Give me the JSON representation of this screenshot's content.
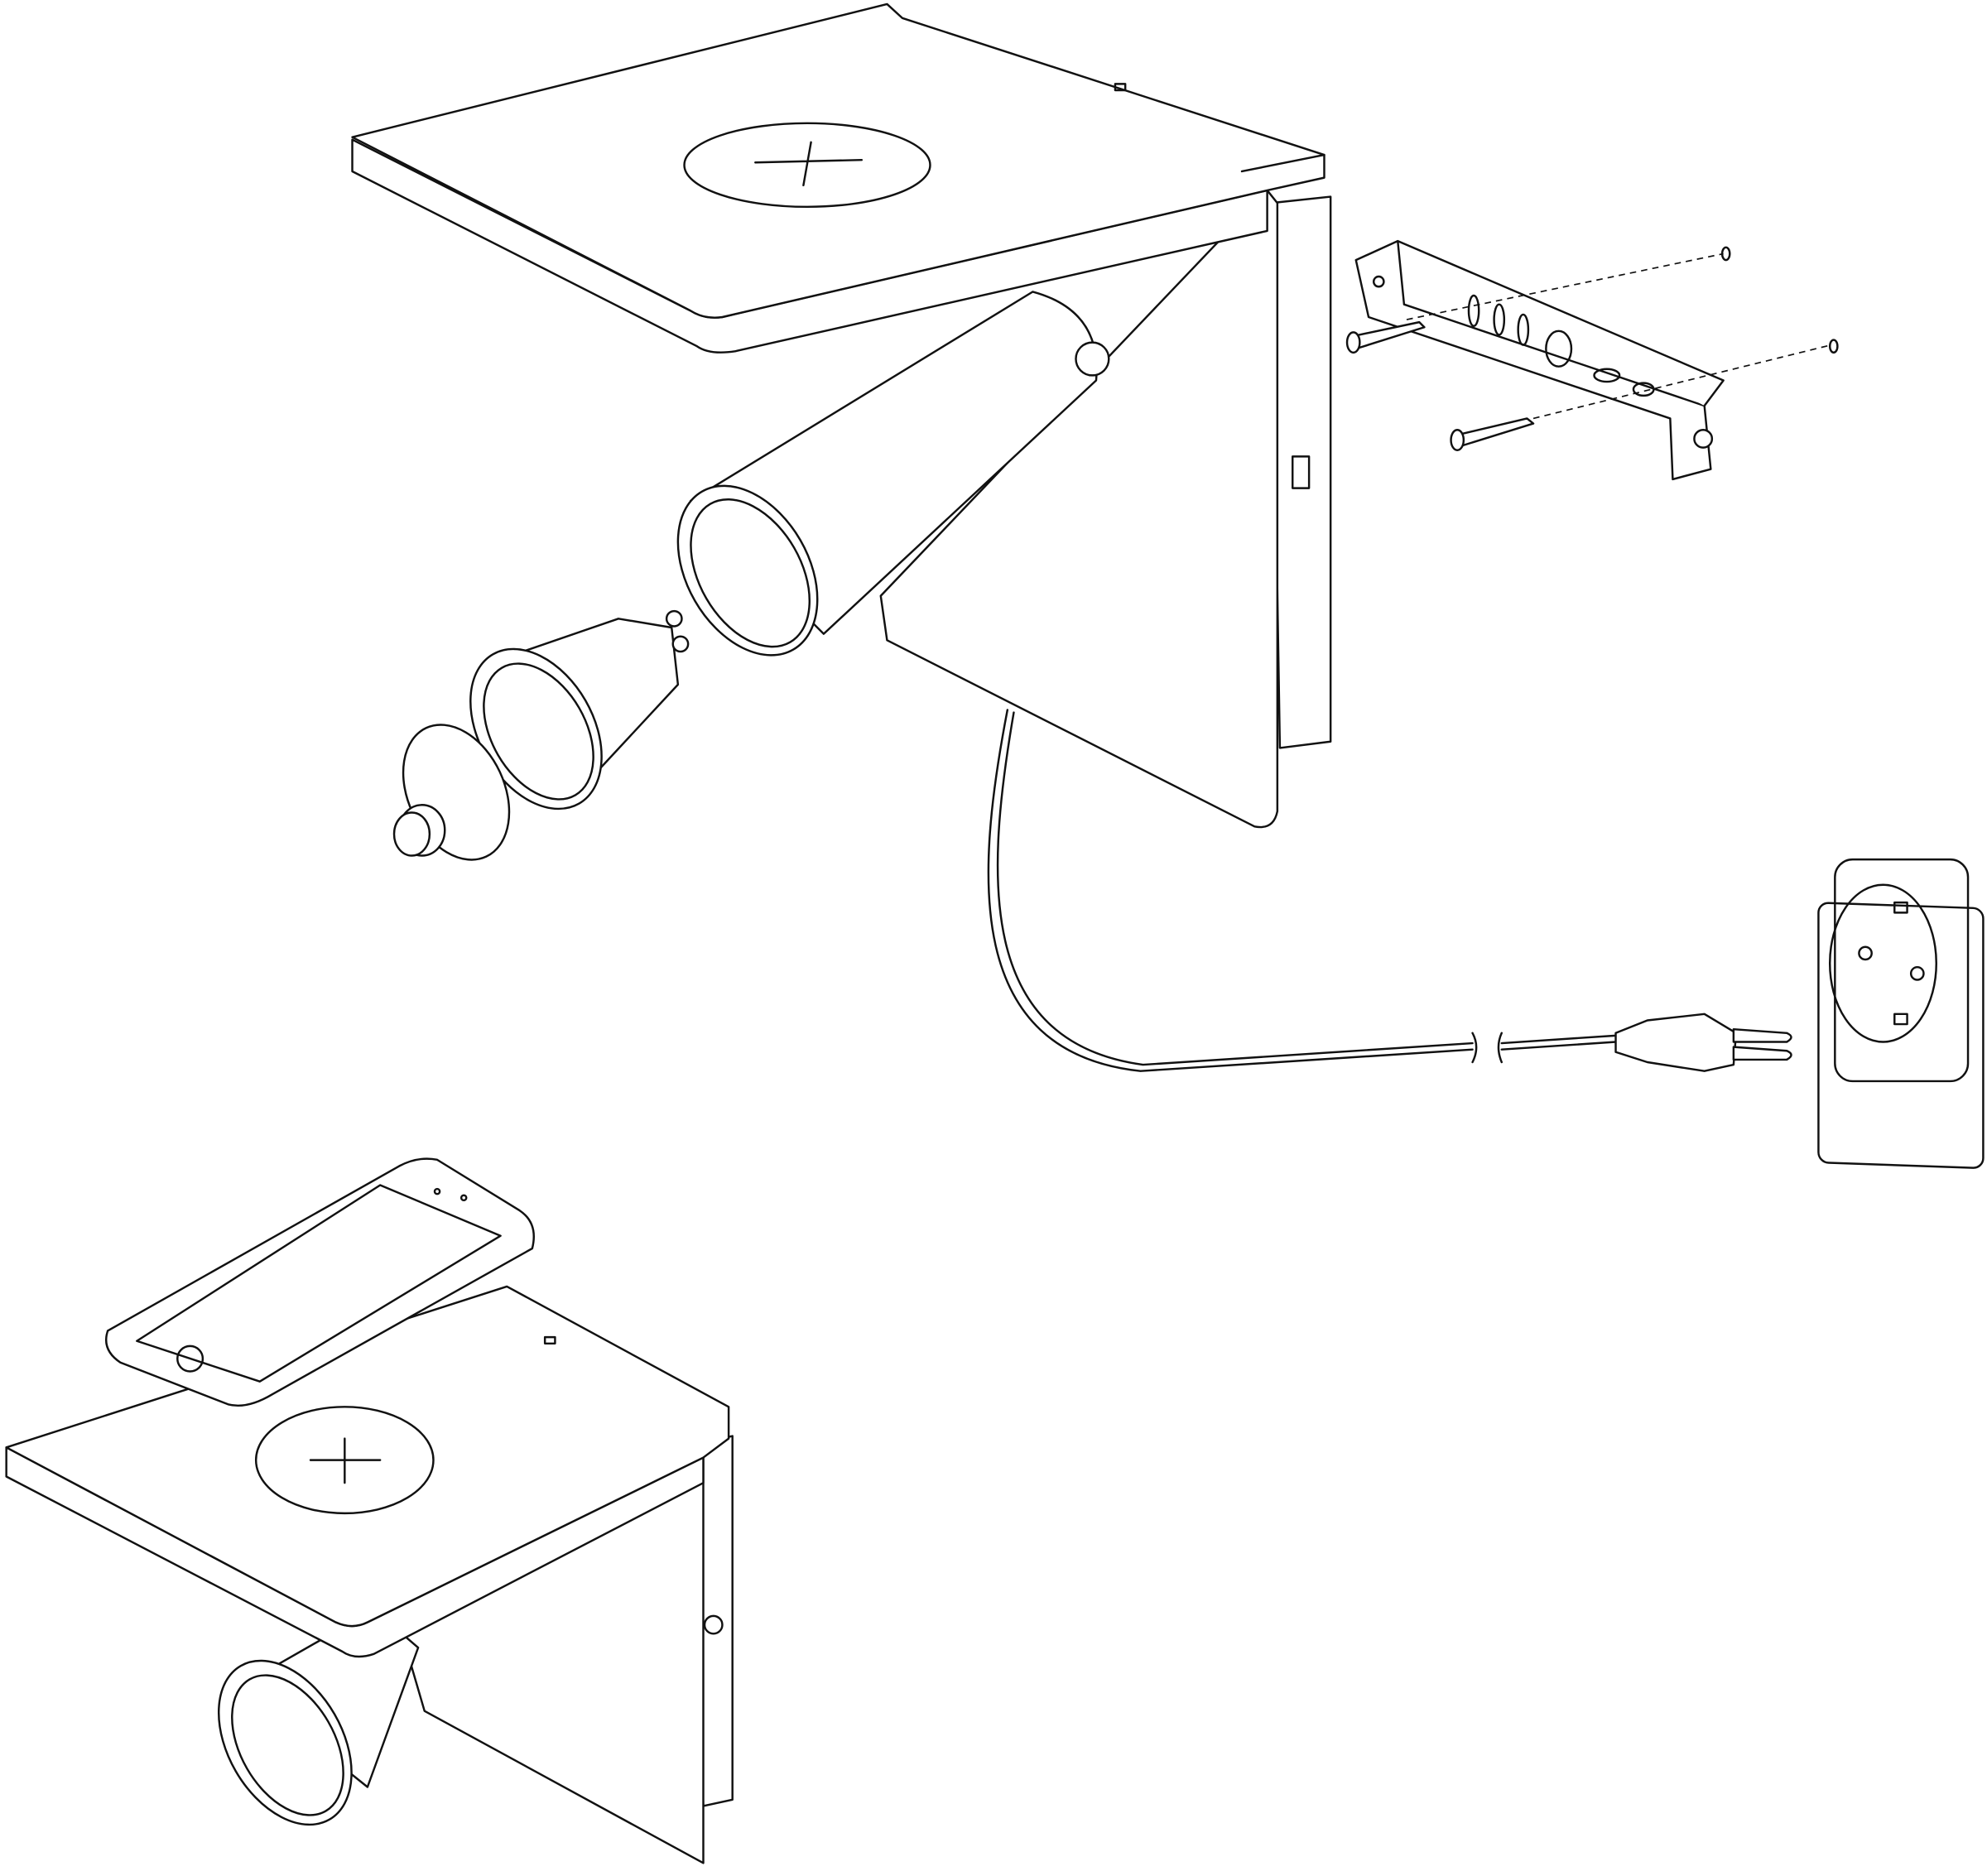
{
  "diagram": {
    "type": "exploded-assembly-line-drawing",
    "line_color": "#111111",
    "background_color": "#ffffff",
    "parts": [
      "shelf-with-wireless-charger",
      "wall-plate",
      "spotlight-head",
      "gu10-bulb",
      "lens-cap",
      "power-cable",
      "plug",
      "wall-socket",
      "wall-bracket",
      "screws",
      "assembled-lamp-with-phone"
    ]
  }
}
